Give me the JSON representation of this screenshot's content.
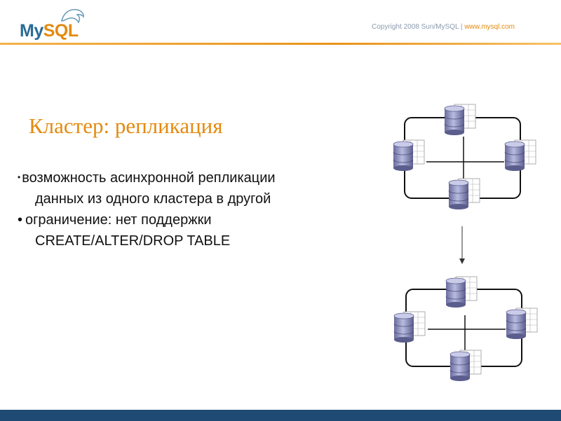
{
  "header": {
    "logo": {
      "my": "My",
      "sql": "SQL"
    },
    "copyright": "Copyright 2008 Sun/MySQL",
    "separator": "|",
    "website": "www.mysql.com"
  },
  "slide": {
    "title": "Кластер: репликация",
    "bullets": [
      {
        "lines": [
          "возможность асинхронной репликации",
          "данных из одного кластера в другой"
        ]
      },
      {
        "lines": [
          "ограничение: нет поддержки",
          "CREATE/ALTER/DROP TABLE"
        ]
      }
    ]
  },
  "diagram": {
    "clusters": 2,
    "nodes_per_cluster": 4,
    "icon": "database-table-icon"
  },
  "colors": {
    "accent": "#e38a0f",
    "brand_blue": "#2a6c96",
    "footer": "#1f4a73"
  }
}
